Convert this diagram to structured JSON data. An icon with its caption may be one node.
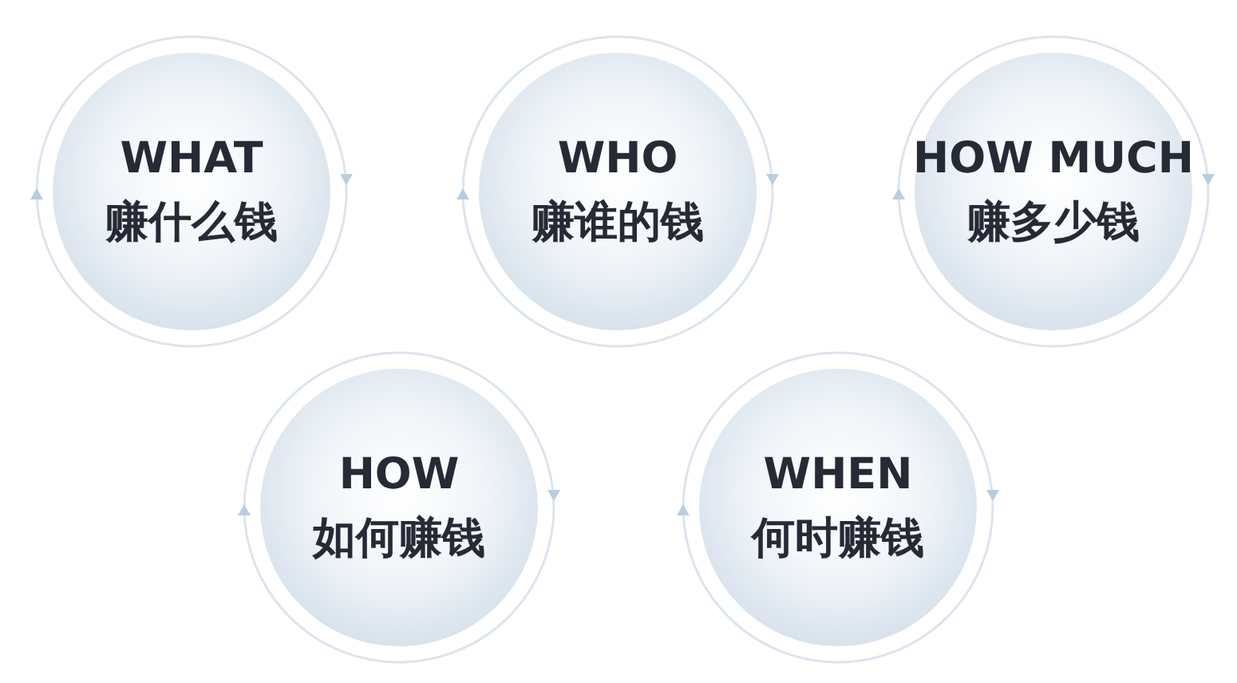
{
  "diagram": {
    "nodes": [
      {
        "text": [
          "WHAT",
          "赚什么钱"
        ]
      },
      {
        "text": [
          "WHO",
          "赚谁的钱"
        ]
      },
      {
        "text": [
          "HOW MUCH",
          "赚多少钱"
        ]
      },
      {
        "text": [
          "HOW",
          "如何赚钱"
        ]
      },
      {
        "text": [
          "WHEN",
          "何时赚钱"
        ]
      }
    ]
  }
}
